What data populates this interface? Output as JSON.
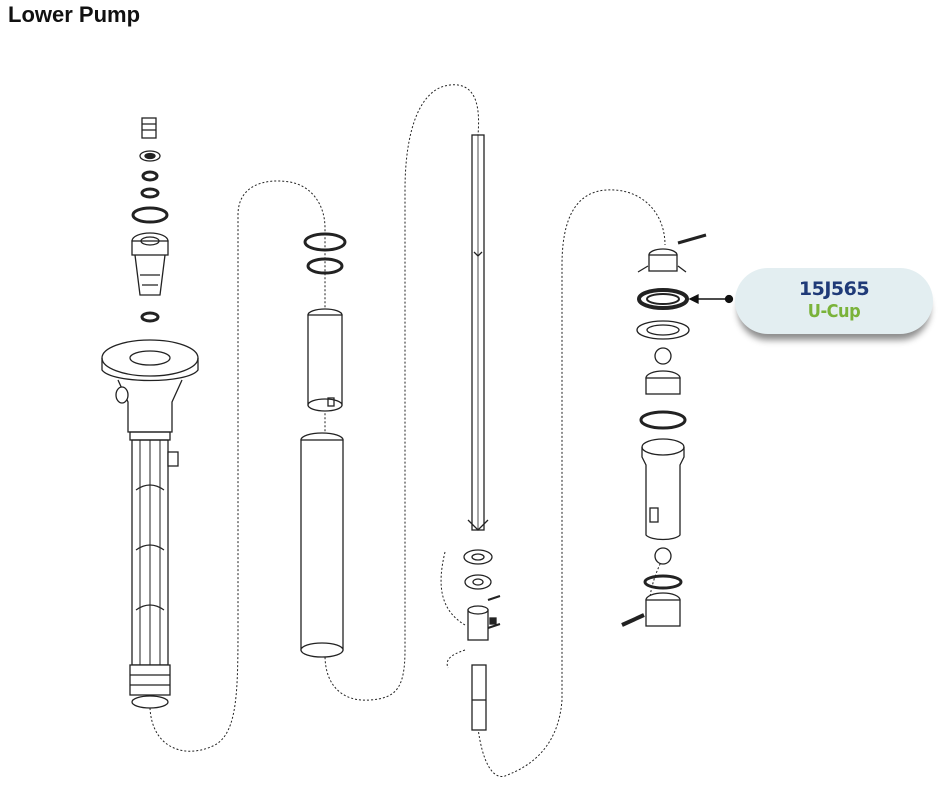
{
  "title": "Lower Pump",
  "callout": {
    "part_number": "15J565",
    "part_name": "U-Cup"
  },
  "colors": {
    "part_number": "#1f3a78",
    "part_name": "#7ab33a",
    "callout_background": "#e3eef1",
    "line_art": "#222222"
  }
}
